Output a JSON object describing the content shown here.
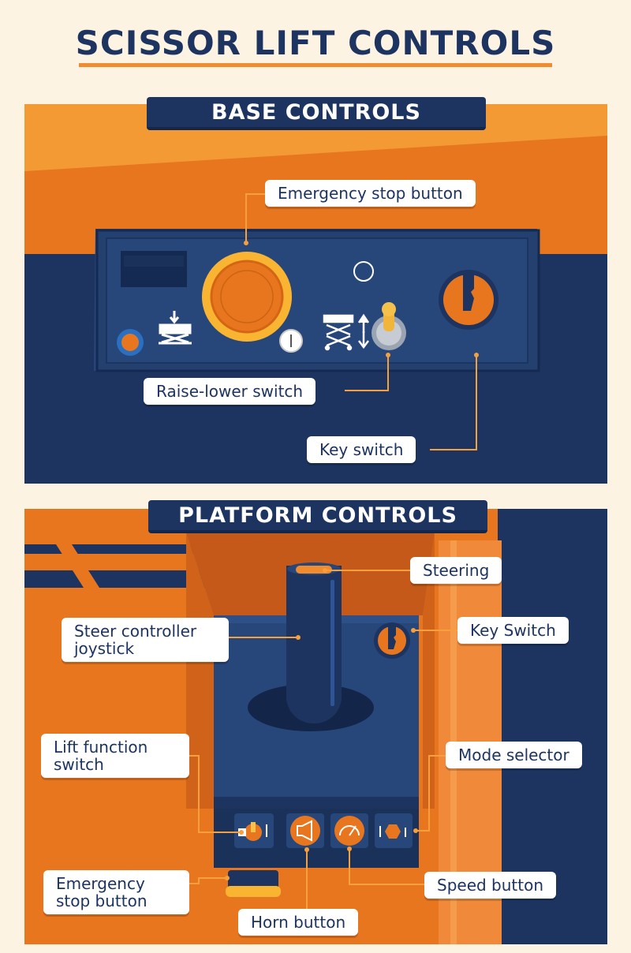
{
  "title": "SCISSOR LIFT CONTROLS",
  "base": {
    "banner": "BASE CONTROLS",
    "labels": {
      "emergency_stop": "Emergency stop button",
      "raise_lower": "Raise-lower switch",
      "key_switch": "Key switch"
    }
  },
  "platform": {
    "banner": "PLATFORM CONTROLS",
    "labels": {
      "steering": "Steering",
      "steer_joystick": "Steer controller joystick",
      "key_switch": "Key Switch",
      "lift_function": "Lift function switch",
      "mode_selector": "Mode selector",
      "speed_button": "Speed button",
      "emergency_stop": "Emergency stop button",
      "horn_button": "Horn button"
    }
  },
  "colors": {
    "navy": "#1d3461",
    "orange": "#e8761f",
    "light_orange": "#f5a03c",
    "accent_line": "#f5a03c"
  }
}
